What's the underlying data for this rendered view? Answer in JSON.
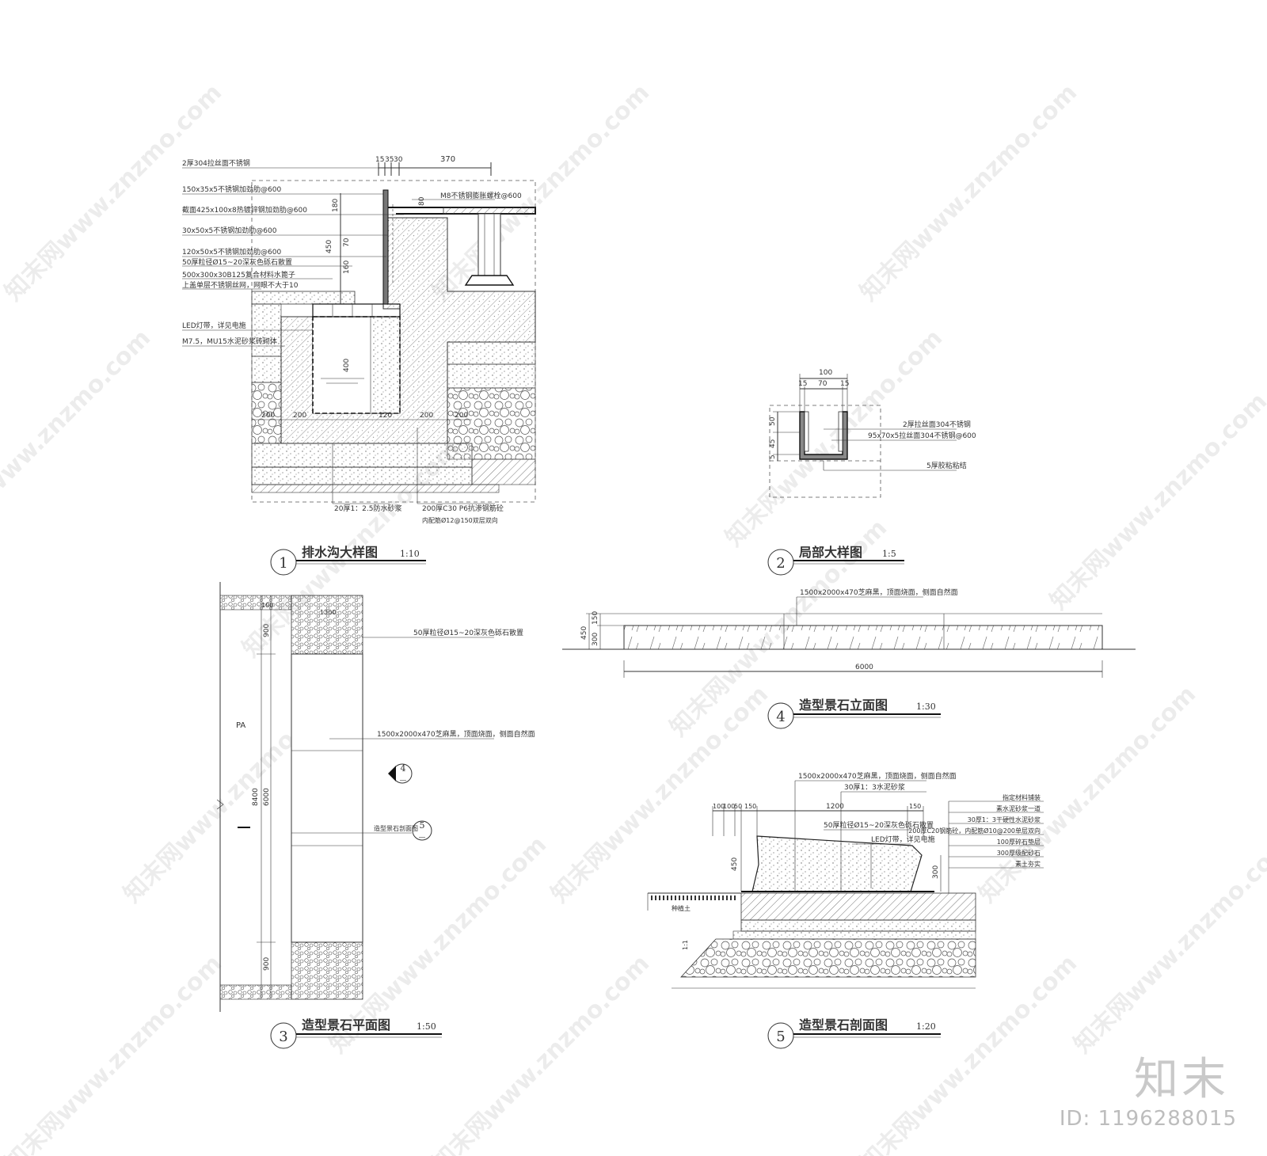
{
  "watermark_text": "知末网www.znzmo.com",
  "brand": {
    "name": "知末",
    "id_label": "ID: 1196288015"
  },
  "fig1": {
    "num": "1",
    "title": "排水沟大样图",
    "scale": "1:10",
    "dims_top": [
      "15",
      "35",
      "30",
      "370"
    ],
    "dims_side": [
      "180",
      "450",
      "70",
      "160",
      "400",
      "80"
    ],
    "dims_bottom": [
      "200",
      "200",
      "120",
      "200",
      "200"
    ],
    "notes_left": [
      "2厚304拉丝面不锈钢",
      "150x35x5不锈钢加劲肋@600",
      "截面425x100x8热镀锌钢加劲肋@600",
      "30x50x5不锈钢加劲肋@600",
      "120x50x5不锈钢加劲肋@600",
      "50厚粒径Ø15~20深灰色砾石散置",
      "500x300x30B125复合材料水篦子",
      "上盖单层不锈钢丝网，网眼不大于10",
      "LED灯带，详见电施",
      "M7.5，MU15水泥砂浆砖砌体"
    ],
    "note_top": "M8不锈钢膨胀螺栓@600",
    "notes_bottom": [
      "20厚1：2.5防水砂浆",
      "200厚C30 P6抗渗钢筋砼",
      "内配筋Ø12@150双层双向"
    ]
  },
  "fig2": {
    "num": "2",
    "title": "局部大样图",
    "scale": "1:5",
    "dims_top": [
      "100",
      "15",
      "70",
      "15"
    ],
    "dims_side": [
      "50",
      "45",
      "5"
    ],
    "notes": [
      "2厚拉丝面304不锈钢",
      "95x70x5拉丝面304不锈钢@600",
      "5厚胶粘粘结"
    ]
  },
  "fig3": {
    "num": "3",
    "title": "造型景石平面图",
    "scale": "1:50",
    "dims": [
      "900",
      "8400",
      "6000",
      "900",
      "100",
      "1300"
    ],
    "label_pa": "PA",
    "notes": [
      "50厚粒径Ø15~20深灰色砾石散置",
      "1500x2000x470芝麻黑，顶面烧面，侧面自然面",
      "造型景石剖面图"
    ],
    "ref4": {
      "num": "4",
      "sub": "—"
    },
    "ref5": {
      "num": "5",
      "sub": "—"
    }
  },
  "fig4": {
    "num": "4",
    "title": "造型景石立面图",
    "scale": "1:30",
    "note": "1500x2000x470芝麻黑，顶面烧面，侧面自然面",
    "dims": [
      "450",
      "150",
      "300",
      "6000"
    ]
  },
  "fig5": {
    "num": "5",
    "title": "造型景石剖面图",
    "scale": "1:20",
    "notes_top": [
      "1500x2000x470芝麻黑，顶面烧面，侧面自然面",
      "30厚1：3水泥砂浆",
      "50厚粒径Ø15~20深灰色砾石散置",
      "LED灯带，详见电施"
    ],
    "layers": [
      "指定材料铺装",
      "素水泥砂浆一道",
      "30厚1：3干硬性水泥砂浆",
      "200厚C20钢筋砼，内配筋Ø10@200单层双向",
      "100厚碎石垫层",
      "300厚级配砂石",
      "素土夯实"
    ],
    "dims_top": [
      "100",
      "100",
      "50",
      "150",
      "1200",
      "150"
    ],
    "dims_side": [
      "450",
      "300"
    ],
    "label_soil": "种植土",
    "slope": "1:1"
  }
}
